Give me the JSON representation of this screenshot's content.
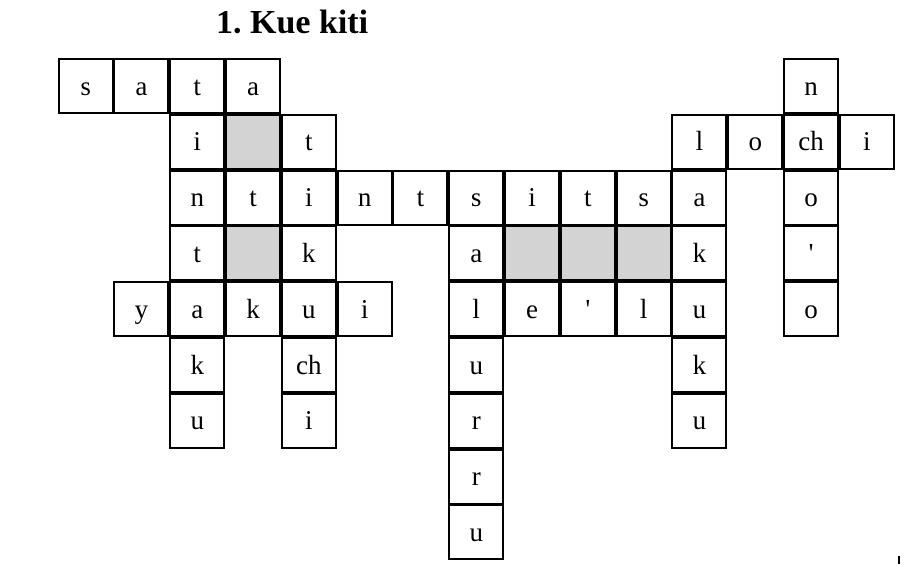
{
  "title": "1. Kue kiti",
  "cells": [
    {
      "text": "s",
      "shaded": false
    },
    {
      "text": "a",
      "shaded": false
    },
    {
      "text": "t",
      "shaded": false
    },
    {
      "text": "a",
      "shaded": false
    },
    {
      "text": "n",
      "shaded": false
    },
    {
      "text": "i",
      "shaded": false
    },
    {
      "text": "",
      "shaded": true
    },
    {
      "text": "t",
      "shaded": false
    },
    {
      "text": "l",
      "shaded": false
    },
    {
      "text": "o",
      "shaded": false
    },
    {
      "text": "ch",
      "shaded": false
    },
    {
      "text": "i",
      "shaded": false
    },
    {
      "text": "n",
      "shaded": false
    },
    {
      "text": "t",
      "shaded": false
    },
    {
      "text": "i",
      "shaded": false
    },
    {
      "text": "n",
      "shaded": false
    },
    {
      "text": "t",
      "shaded": false
    },
    {
      "text": "s",
      "shaded": false
    },
    {
      "text": "i",
      "shaded": false
    },
    {
      "text": "t",
      "shaded": false
    },
    {
      "text": "s",
      "shaded": false
    },
    {
      "text": "a",
      "shaded": false
    },
    {
      "text": "o",
      "shaded": false
    },
    {
      "text": "t",
      "shaded": false
    },
    {
      "text": "",
      "shaded": true
    },
    {
      "text": "k",
      "shaded": false
    },
    {
      "text": "a",
      "shaded": false
    },
    {
      "text": "",
      "shaded": true
    },
    {
      "text": "",
      "shaded": true
    },
    {
      "text": "",
      "shaded": true
    },
    {
      "text": "k",
      "shaded": false
    },
    {
      "text": "'",
      "shaded": false
    },
    {
      "text": "y",
      "shaded": false
    },
    {
      "text": "a",
      "shaded": false
    },
    {
      "text": "k",
      "shaded": false
    },
    {
      "text": "u",
      "shaded": false
    },
    {
      "text": "i",
      "shaded": false
    },
    {
      "text": "l",
      "shaded": false
    },
    {
      "text": "e",
      "shaded": false
    },
    {
      "text": "'",
      "shaded": false
    },
    {
      "text": "l",
      "shaded": false
    },
    {
      "text": "u",
      "shaded": false
    },
    {
      "text": "o",
      "shaded": false
    },
    {
      "text": "k",
      "shaded": false
    },
    {
      "text": "ch",
      "shaded": false
    },
    {
      "text": "u",
      "shaded": false
    },
    {
      "text": "k",
      "shaded": false
    },
    {
      "text": "u",
      "shaded": false
    },
    {
      "text": "i",
      "shaded": false
    },
    {
      "text": "r",
      "shaded": false
    },
    {
      "text": "u",
      "shaded": false
    },
    {
      "text": "r",
      "shaded": false
    },
    {
      "text": "u",
      "shaded": false
    }
  ]
}
